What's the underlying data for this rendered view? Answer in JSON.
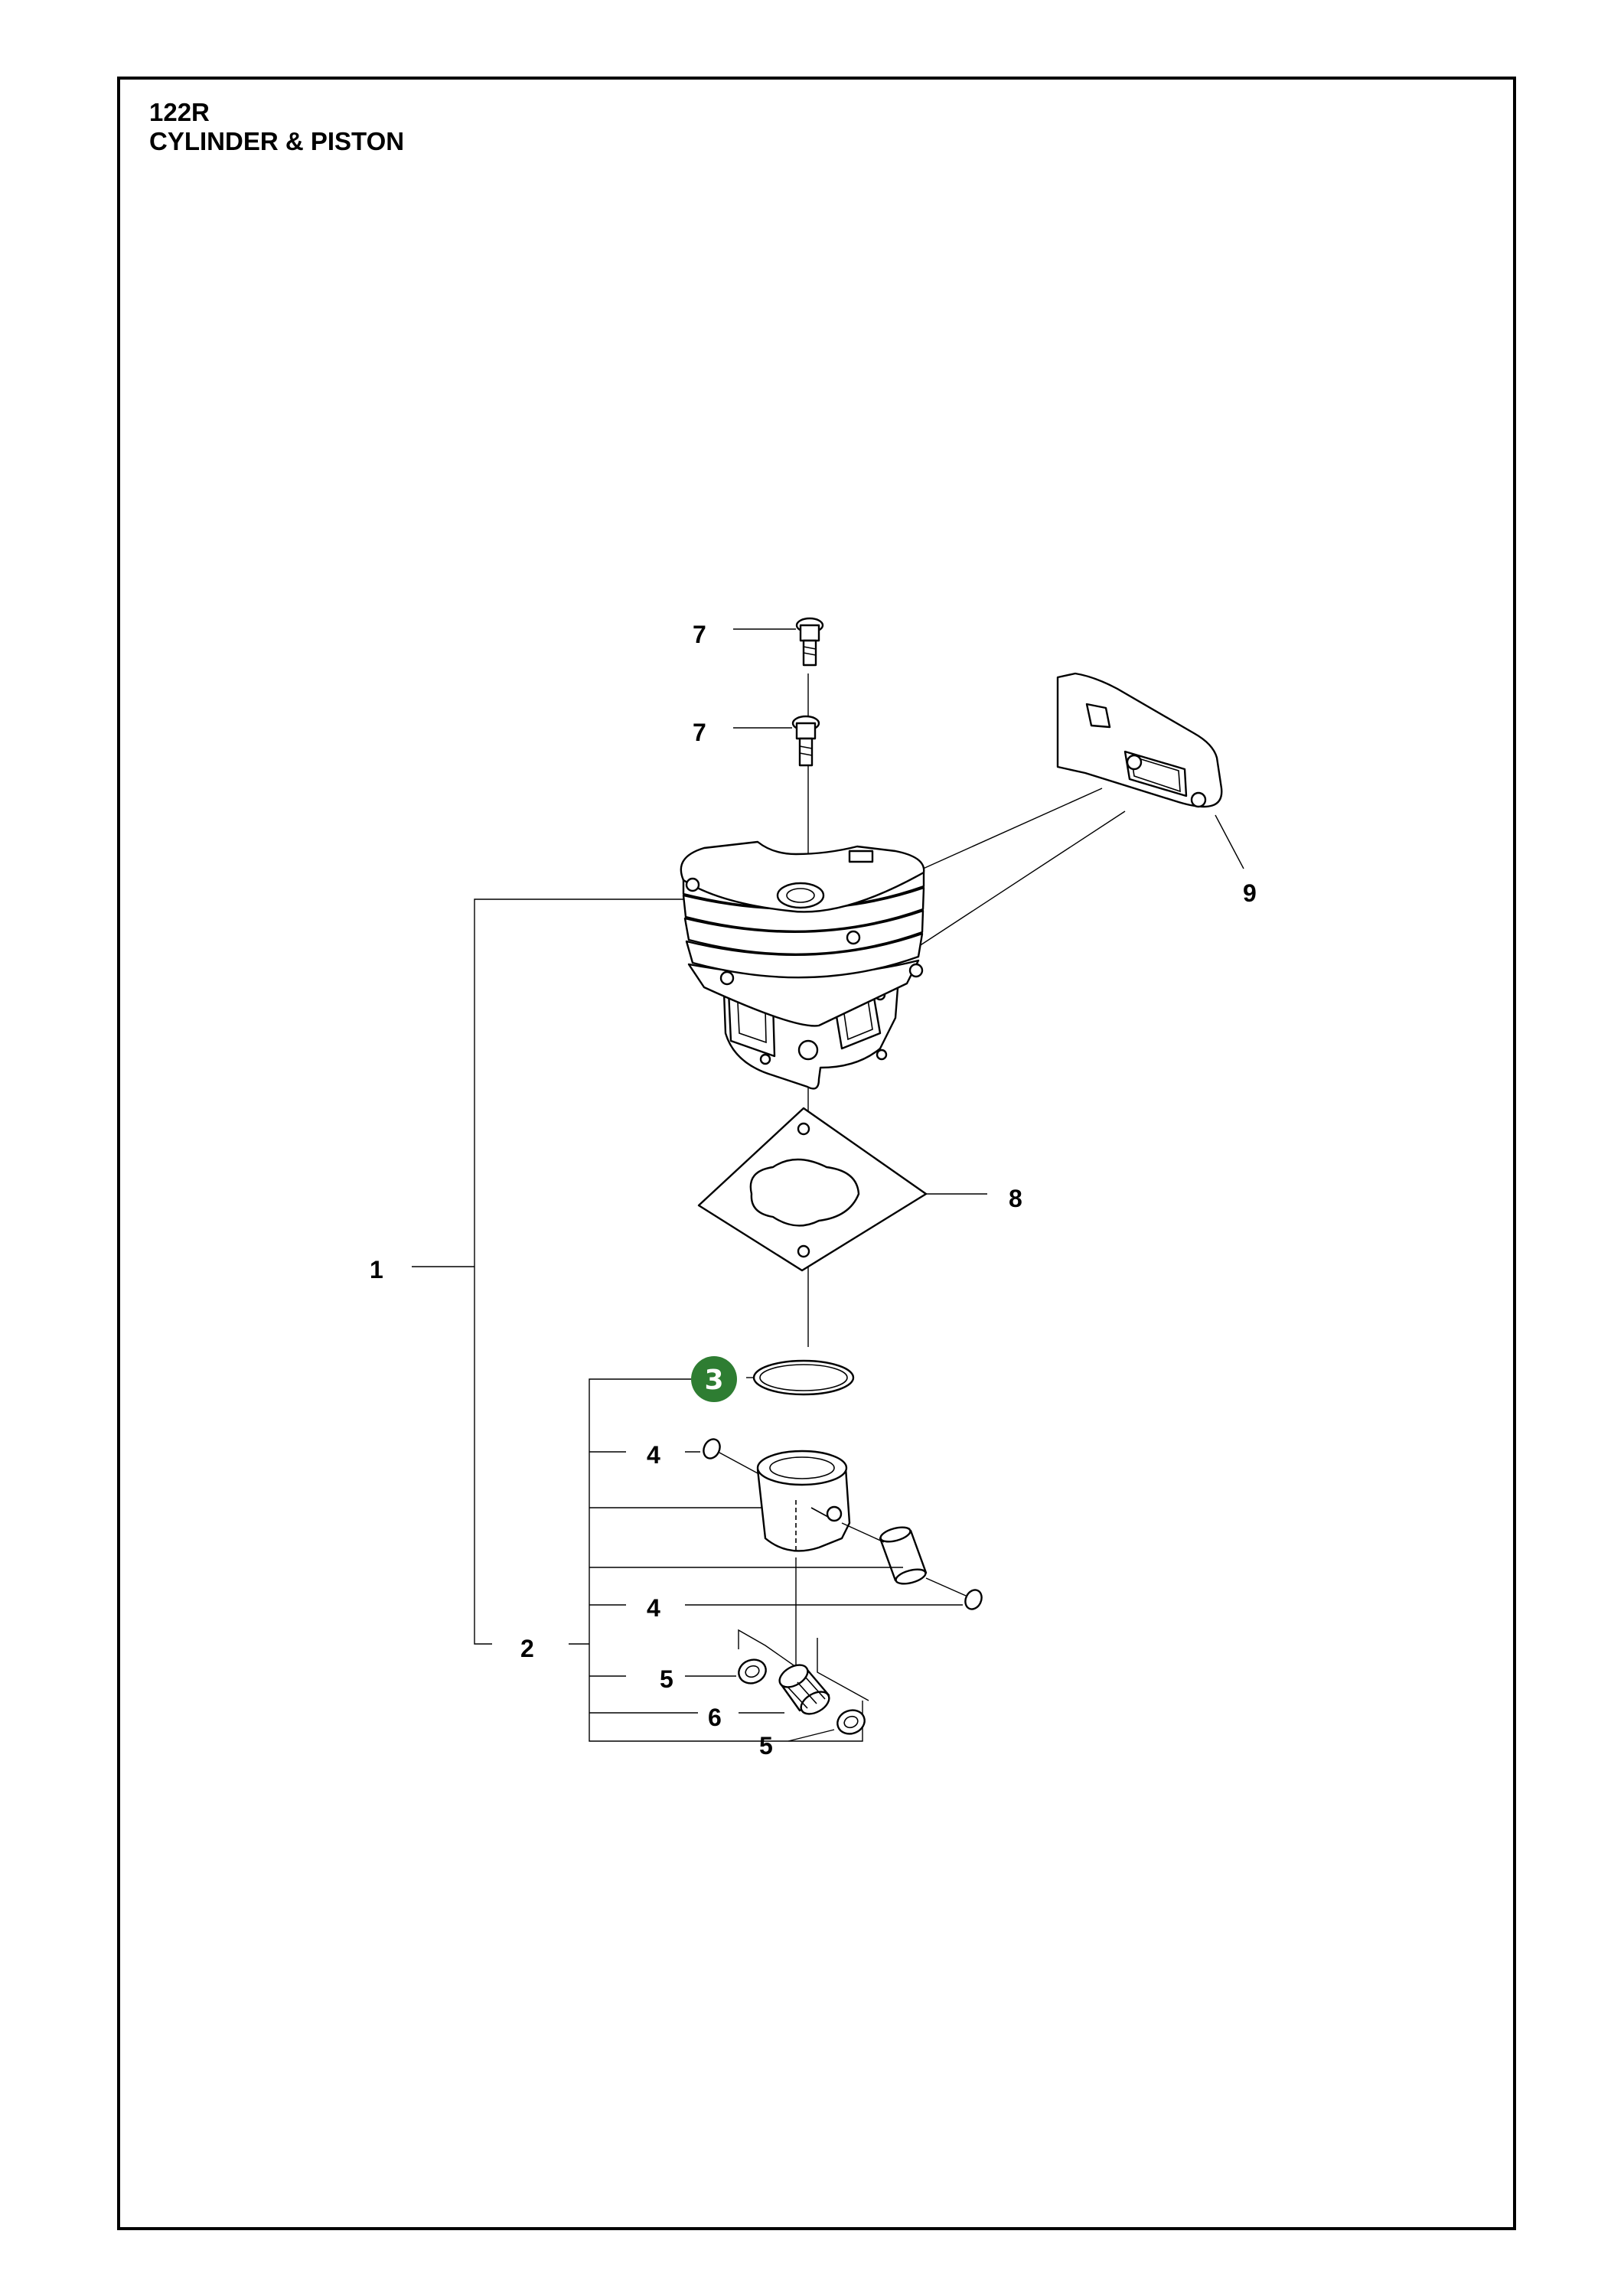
{
  "header": {
    "model": "122R",
    "section": "CYLINDER & PISTON"
  },
  "callouts": {
    "c1": "1",
    "c2": "2",
    "c3": "3",
    "c4a": "4",
    "c4b": "4",
    "c5a": "5",
    "c5b": "5",
    "c6": "6",
    "c7a": "7",
    "c7b": "7",
    "c8": "8",
    "c9": "9"
  },
  "highlight": {
    "part": "3",
    "color": "#2e7d32"
  }
}
